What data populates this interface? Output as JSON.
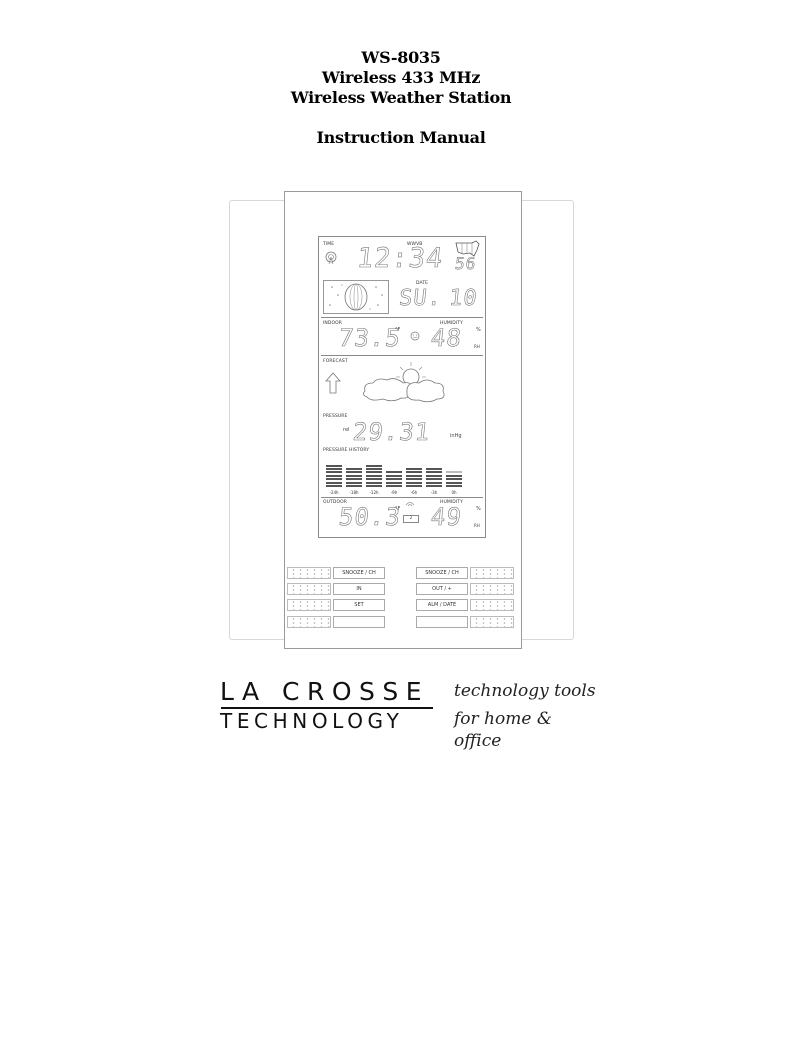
{
  "document": {
    "title_lines": [
      "WS-8035",
      "Wireless 433 MHz",
      "Wireless Weather Station"
    ],
    "subtitle": "Instruction Manual"
  },
  "device_illustration": {
    "lcd": {
      "time_label": "TIME",
      "wwvb_label": "WWVB",
      "time_value": "12:34",
      "seconds_value": "56",
      "date_label": "DATE",
      "date_value": "SU.",
      "date_day": "10",
      "indoor_label": "INDOOR",
      "indoor_temp": "73.5",
      "indoor_unit": "°F",
      "indoor_humidity_label": "HUMIDITY",
      "indoor_humidity": "48",
      "humidity_unit_pct": "%",
      "humidity_unit_rh": "RH",
      "forecast_label": "FORECAST",
      "forecast_icon": "partly-cloudy-icon",
      "trend_icon": "arrow-up-icon",
      "pressure_label": "PRESSURE",
      "pressure_rel": "rel",
      "pressure_value": "29.31",
      "pressure_unit": "inHg",
      "pressure_history_label": "PRESSURE HISTORY",
      "pressure_history": [
        {
          "label": "-24h",
          "segments": 7
        },
        {
          "label": "-18h",
          "segments": 6
        },
        {
          "label": "-12h",
          "segments": 7
        },
        {
          "label": "-9h",
          "segments": 5
        },
        {
          "label": "-6h",
          "segments": 6
        },
        {
          "label": "-3h",
          "segments": 6
        },
        {
          "label": "0h",
          "segments": 5
        }
      ],
      "outdoor_label": "OUTDOOR",
      "outdoor_temp": "50.3",
      "outdoor_unit": "°F",
      "outdoor_channel": "2",
      "outdoor_humidity_label": "HUMIDITY",
      "outdoor_humidity": "49"
    },
    "buttons_left": [
      "SNOOZE / CH",
      "IN",
      "SET",
      ""
    ],
    "buttons_right": [
      "SNOOZE / CH",
      "OUT / +",
      "ALM / DATE",
      ""
    ]
  },
  "logo": {
    "brand_line_1": "LA CROSSE",
    "brand_line_2": "TECHNOLOGY",
    "tagline_1": "technology tools",
    "tagline_2": "for home & office"
  }
}
